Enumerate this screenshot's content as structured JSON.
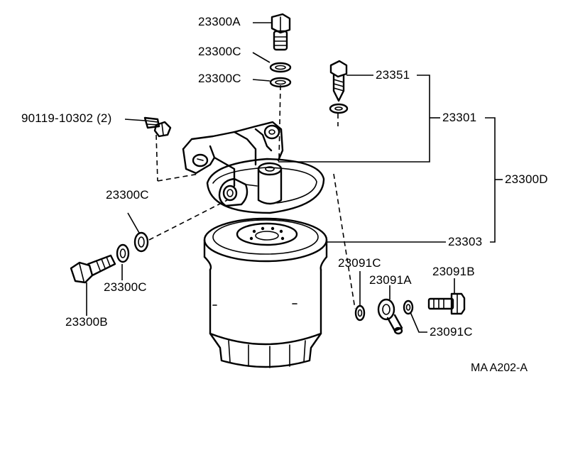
{
  "diagram": {
    "reference_code": "MA A202-A",
    "labels": {
      "p23300A": "23300A",
      "p23300C_top1": "23300C",
      "p23300C_top2": "23300C",
      "p90119": "90119-10302 (2)",
      "p23351": "23351",
      "p23301": "23301",
      "p23300D": "23300D",
      "p23300C_left": "23300C",
      "p23303": "23303",
      "p23300C_low": "23300C",
      "p23300B": "23300B",
      "p23091C_a": "23091C",
      "p23091A": "23091A",
      "p23091B": "23091B",
      "p23091C_b": "23091C"
    }
  }
}
